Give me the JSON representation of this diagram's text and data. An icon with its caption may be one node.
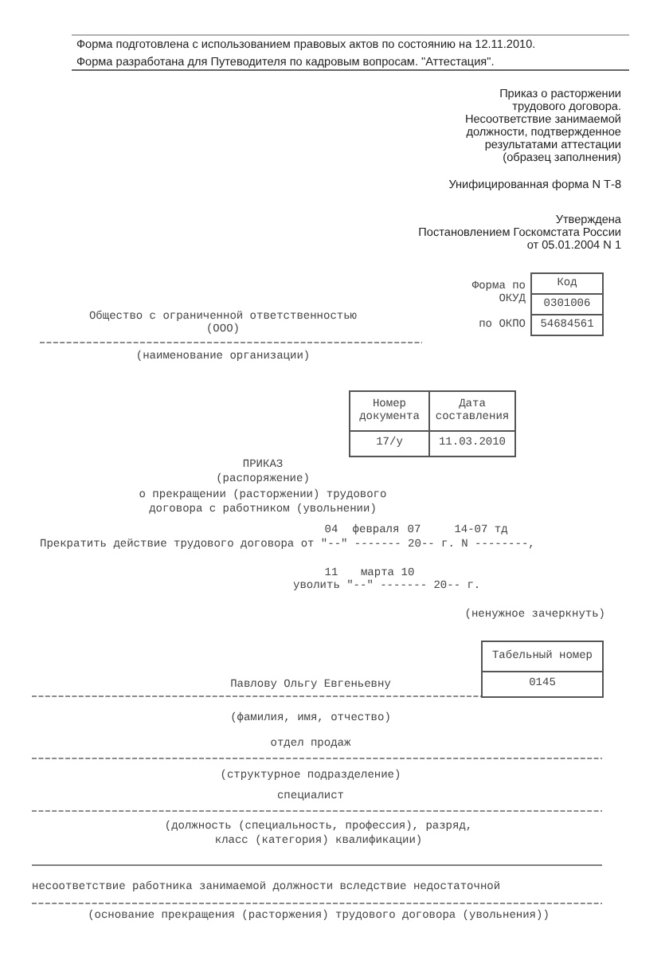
{
  "diagram": {
    "labels": [
      "Форма подготовлена с использованием правовых актов по состоянию на 12.11.2010.",
      "Форма разработана для Путеводителя по кадровым вопросам. \"Аттестация\".",
      "Приказ о расторжении",
      "трудового договора.",
      "Несоответствие занимаемой",
      "должности, подтвержденное",
      "результатами аттестации",
      "(образец заполнения)",
      "Унифицированная форма N Т-8",
      "Утверждена",
      "Постановлением Госкомстата России",
      "от 05.01.2004 N 1",
      "Форма по",
      "Код",
      "ОКУД",
      "Общество с ограниченной ответственностью",
      "0301006",
      "(ООО)",
      "по ОКПО",
      "54684561",
      "(наименование организации)",
      "Номер документа",
      "Дата составления",
      "17/у",
      "11.03.2010",
      "ПРИКАЗ",
      "(распоряжение)",
      "о прекращении (расторжении) трудового",
      "договора с работником (увольнении)",
      "04",
      "февраля",
      "07",
      "14-07 тд",
      "Прекратить действие трудового договора от \"--\" ------- 20-- г. N --------,",
      "11",
      "марта",
      "10",
      "уволить \"--\" ------- 20-- г.",
      "(ненужное зачеркнуть)",
      "Табельный номер",
      "Павлову Ольгу Евгеньевну",
      "0145",
      "(фамилия, имя, отчество)",
      "отдел продаж",
      "(структурное подразделение)",
      "специалист",
      "(должность (специальность, профессия), разряд,",
      "класс (категория) квалификации)",
      "несоответствие работника занимаемой должности вследствие недостаточной",
      "(основание прекращения (расторжения) трудового договора (увольнения))"
    ]
  }
}
